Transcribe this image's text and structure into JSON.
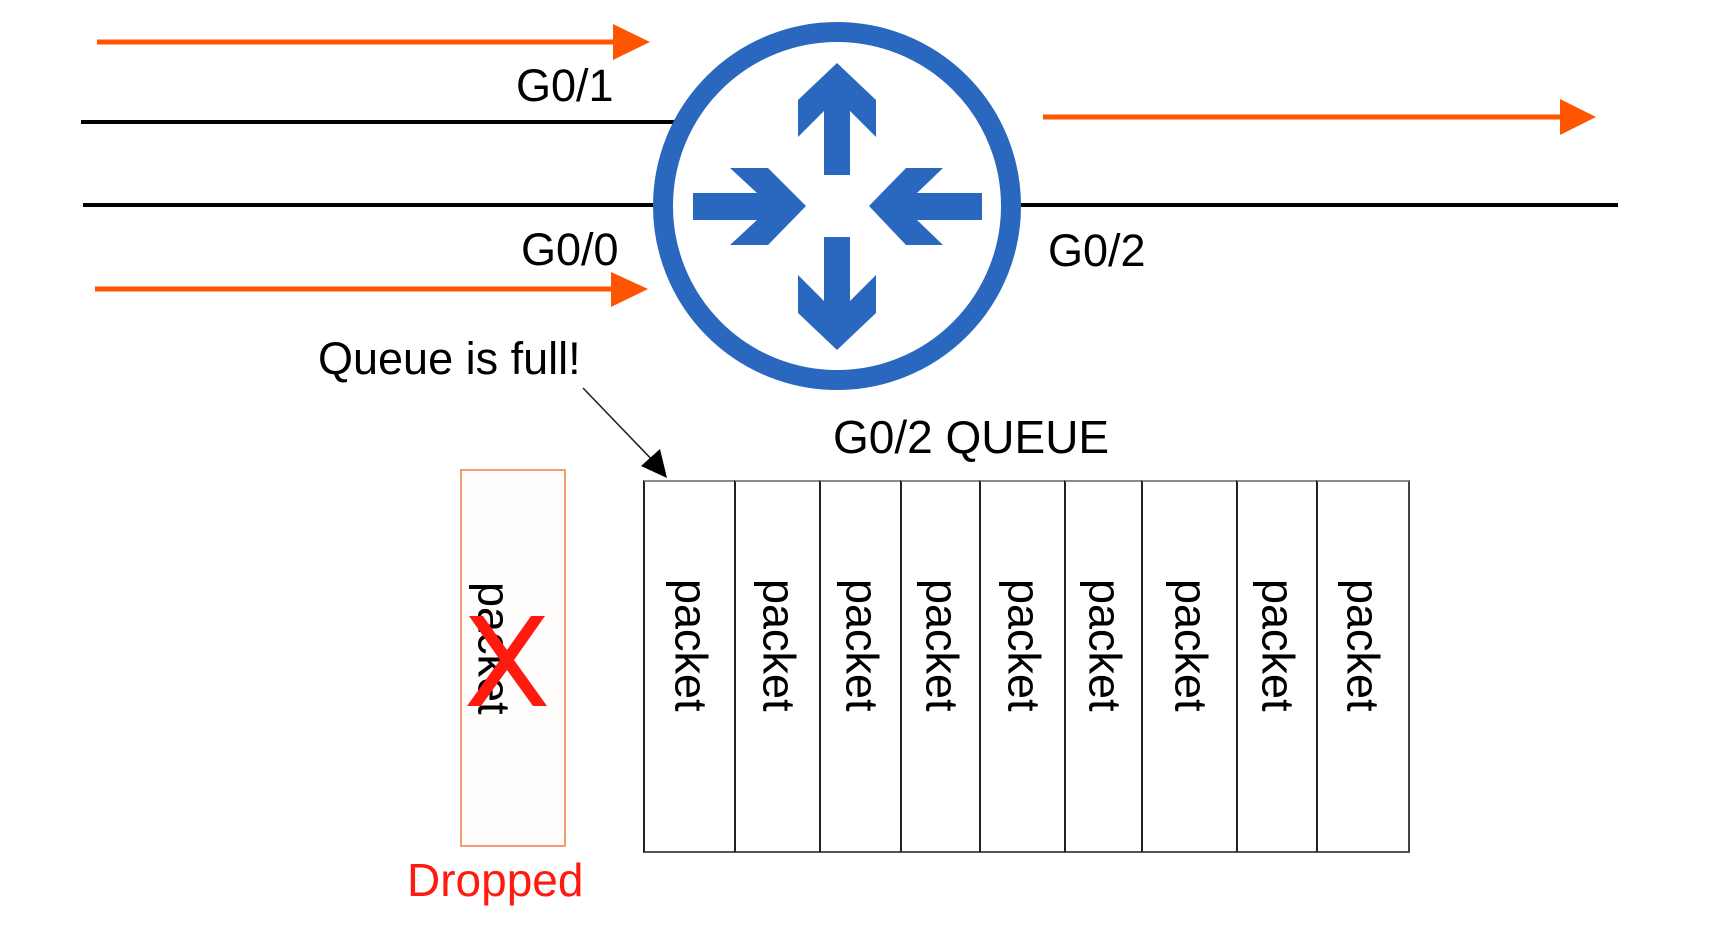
{
  "interfaces": {
    "g0_1": "G0/1",
    "g0_0": "G0/0",
    "g0_2": "G0/2"
  },
  "annotation": {
    "queue_full": "Queue is full!",
    "dropped": "Dropped"
  },
  "queue": {
    "title": "G0/2 QUEUE",
    "packets": [
      "packet",
      "packet",
      "packet",
      "packet",
      "packet",
      "packet",
      "packet",
      "packet",
      "packet"
    ],
    "dropped_packet": "packet"
  },
  "icons": {
    "router": "router-icon",
    "traffic_arrow": "orange-arrow-icon",
    "drop_mark": "red-x-icon"
  },
  "colors": {
    "router_blue": "#2a67bf",
    "traffic_orange": "#ff5500",
    "dropped_red": "#ff1a10",
    "dropped_box_border": "#f0a070",
    "link_black": "#000000"
  }
}
